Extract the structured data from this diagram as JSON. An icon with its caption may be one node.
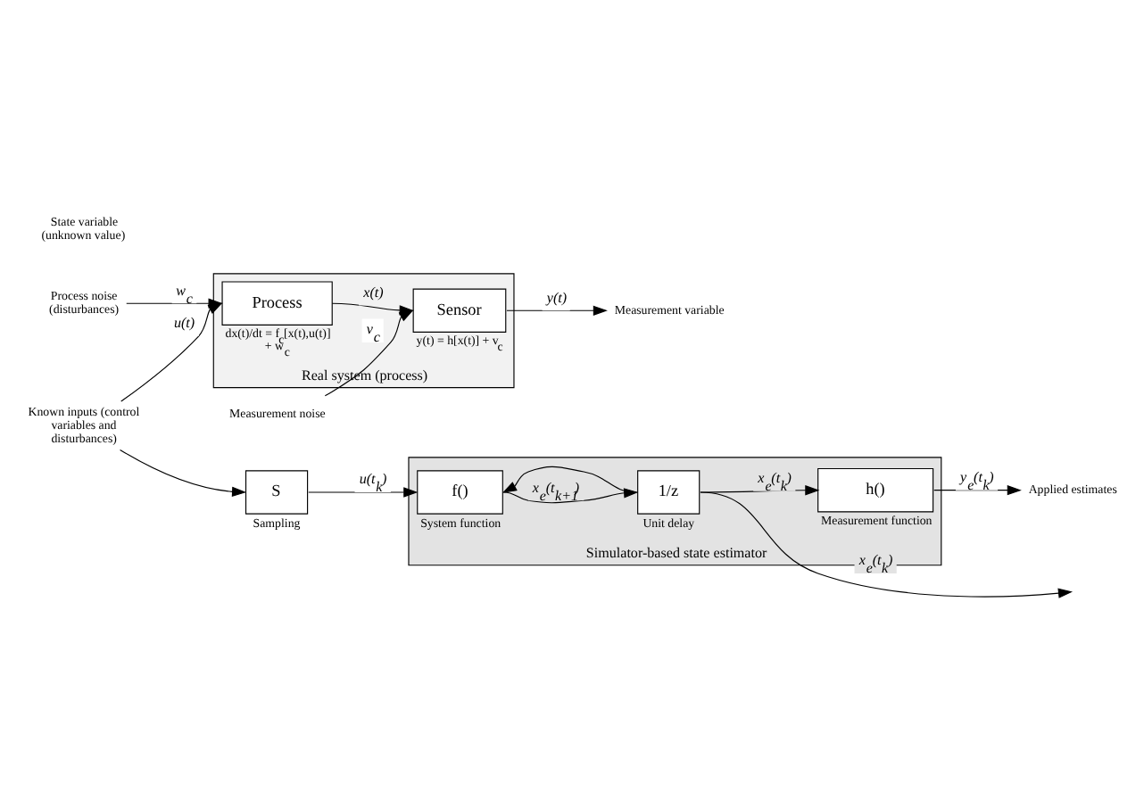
{
  "diagram": {
    "nodes": [
      {
        "text": [
          "Real system (process)"
        ]
      },
      {
        "text": [
          "Process"
        ],
        "in": 0,
        "beside": [
          "dx(t)/dt = f$_{c}$[x(t),u(t)] + w$_{c}$"
        ]
      },
      {
        "text": [
          "Sensor"
        ],
        "in": 0,
        "beside": [
          "y(t) = h[x(t)] + v$_{c}$"
        ]
      },
      {
        "text": [
          "Known inputs (control variables and disturbances)"
        ]
      },
      {
        "text": [
          "Process noise (disturbances)"
        ]
      },
      {
        "text": [
          "Measurement noise"
        ]
      },
      {
        "text": [
          "Measurement variable"
        ]
      },
      {
        "text": [
          "Simulator-based state estimator"
        ]
      },
      {
        "text": [
          "S"
        ],
        "beside": [
          "Sampling"
        ]
      },
      {
        "text": [
          "f()"
        ],
        "in": 7,
        "beside": [
          "System function"
        ]
      },
      {
        "text": [
          "1/z"
        ],
        "in": 7,
        "beside": [
          "Unit delay"
        ]
      },
      {
        "text": [
          "h()"
        ],
        "in": 7,
        "beside": [
          "Measurement function"
        ]
      },
      {
        "text": [
          "Applied estimates"
        ]
      }
    ],
    "edges": [
      {
        "from": 3,
        "to": 1,
        "arrow": "to",
        "label": "u(t)"
      },
      {
        "from": 4,
        "to": 1,
        "arrow": "to",
        "label": "w$_{c}$"
      },
      {
        "from": 1,
        "to": 2,
        "arrow": "to",
        "label": "x(t)"
      },
      {
        "from": 5,
        "to": 2,
        "arrow": "to",
        "label": "v$_{c}$"
      },
      {
        "from": 2,
        "to": 6,
        "arrow": "to",
        "label": "y(t)"
      },
      {
        "from": 3,
        "to": 8,
        "arrow": "to"
      },
      {
        "from": 8,
        "to": 9,
        "arrow": "to",
        "label": "u(t$_{k}$)"
      },
      {
        "from": 9,
        "to": 10,
        "arrow": "to",
        "label": "x$_{e}$(t$_{k+1}$)"
      },
      {
        "from": 10,
        "to": 11,
        "arrow": "to",
        "label": "x$_{e}$(t$_{k}$)"
      },
      {
        "from": 10,
        "to": 9,
        "arrow": "to"
      },
      {
        "from": 10,
        "to": null,
        "arrow": "to",
        "label": "x$_{e}$(t$_{k}$)"
      },
      {
        "from": 11,
        "to": 12,
        "arrow": "to",
        "label": "y$_{e}$(t$_{k}$)"
      }
    ],
    "labels": [
      "State variable (unknown value)"
    ]
  }
}
